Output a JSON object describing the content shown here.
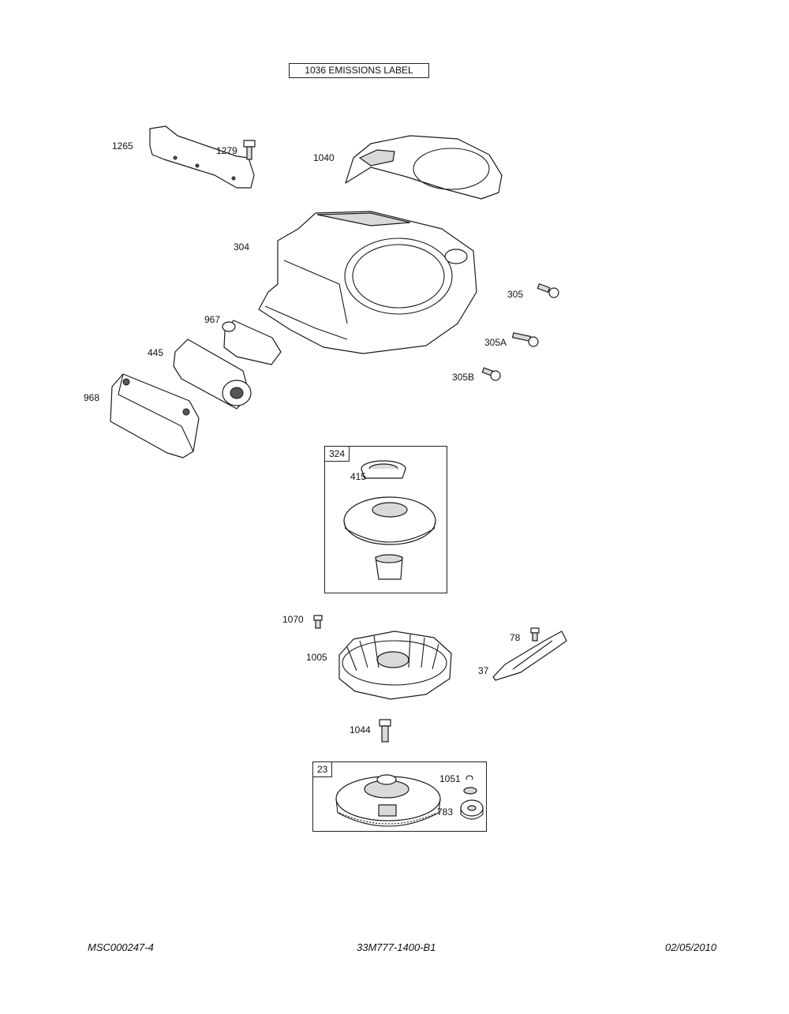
{
  "header": {
    "emissions_label": "1036 EMISSIONS LABEL"
  },
  "parts": {
    "p1265": "1265",
    "p1279": "1279",
    "p1040": "1040",
    "p304": "304",
    "p305": "305",
    "p305A": "305A",
    "p305B": "305B",
    "p967": "967",
    "p445": "445",
    "p968": "968",
    "p324": "324",
    "p415": "415",
    "p1070": "1070",
    "p1005": "1005",
    "p78": "78",
    "p37": "37",
    "p1044": "1044",
    "p23": "23",
    "p1051": "1051",
    "p783": "783"
  },
  "footer": {
    "left": "MSC000247-4",
    "center": "33M777-1400-B1",
    "right": "02/05/2010"
  }
}
